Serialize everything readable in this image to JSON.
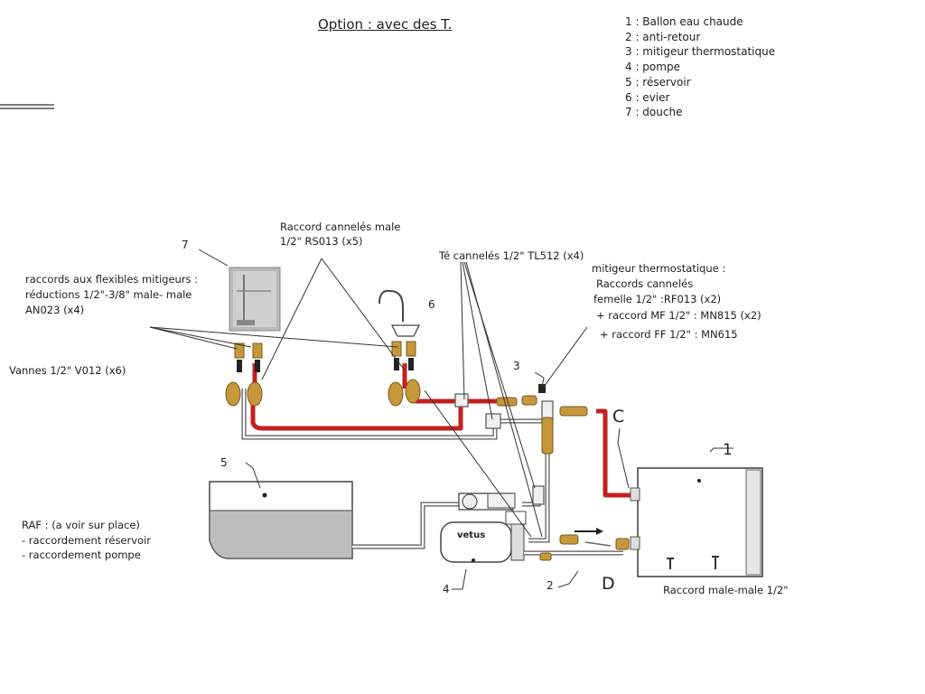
{
  "title": "Option : avec des T.",
  "legend": [
    "1 : Ballon eau chaude",
    "2 : anti-retour",
    "3 : mitigeur thermostatique",
    "4 : pompe",
    "5 : réservoir",
    "6 : evier",
    "7 : douche"
  ],
  "labels": {
    "raccord_canneles_1": "Raccord cannelés male",
    "raccord_canneles_2": "1/2\" RS013 (x5)",
    "te_canneles": "Té cannelés 1/2\" TL512 (x4)",
    "mitigeur_thermo": "mitigeur thermostatique :",
    "raccords_canneles": "Raccords cannelés",
    "femelle": "femelle 1/2\" :RF013  (x2)",
    "raccord_mf": "+ raccord MF 1/2\" : MN815   (x2)",
    "raccord_ff": "+  raccord FF 1/2\" : MN615",
    "flexibles_1": "raccords aux flexibles mitigeurs :",
    "flexibles_2": "réductions 1/2\"-3/8\" male- male",
    "flexibles_3": "AN023 (x4)",
    "vannes": "Vannes 1/2\" V012 (x6)",
    "raf_1": "RAF : (a voir sur place)",
    "raf_2": "- raccordement réservoir",
    "raf_3": "- raccordement pompe",
    "raccord_male": "Raccord male-male 1/2\"",
    "pump_brand": "vetus"
  },
  "numbers": {
    "n1": "1",
    "n2": "2",
    "n3": "3",
    "n4": "4",
    "n5": "5",
    "n6": "6",
    "n7": "7",
    "c": "C",
    "d": "D"
  },
  "colors": {
    "hot_pipe": "#c42020",
    "cold_pipe": "#555555",
    "fitting": "#c7973b",
    "water": "#bdbdbd"
  }
}
